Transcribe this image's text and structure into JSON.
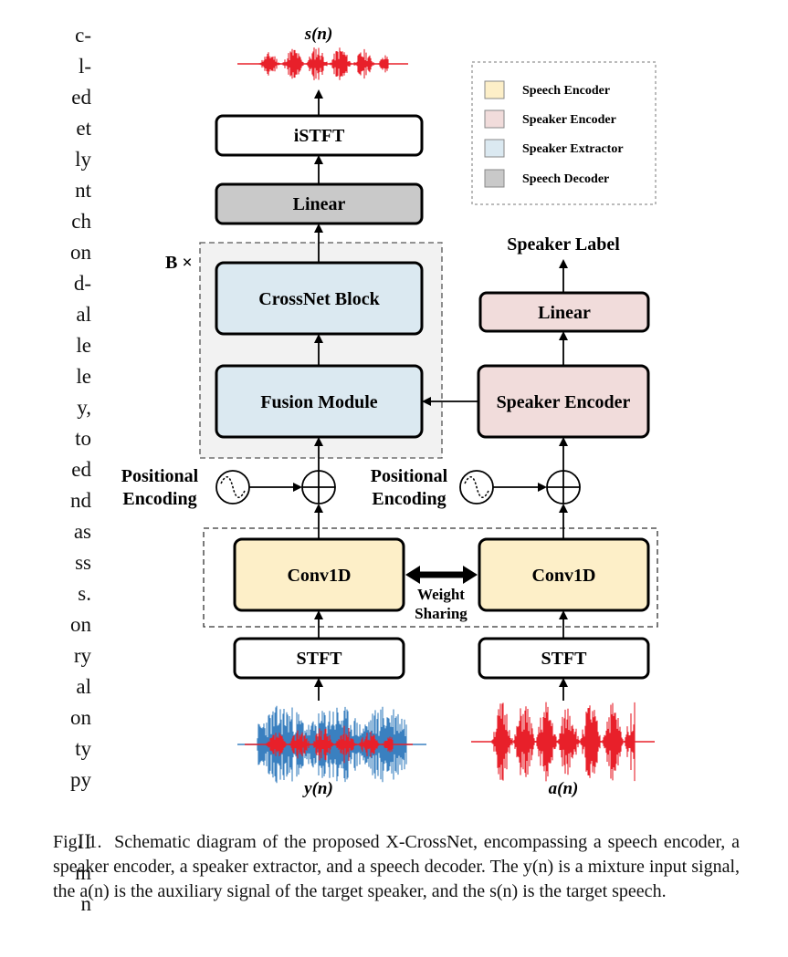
{
  "left_column_fragments": [
    "c-",
    "l-",
    "ed",
    "et",
    "ly",
    "nt",
    "ch",
    "on",
    "d-",
    "al",
    "le",
    "le",
    "y,",
    "to",
    "ed",
    "nd",
    "as",
    "ss",
    "s.",
    "on",
    "ry",
    "al",
    "on",
    "ty",
    "py",
    "",
    "II",
    "m",
    "n"
  ],
  "diagram": {
    "signals": {
      "output": "s(n)",
      "mixture": "y(n)",
      "auxiliary": "a(n)"
    },
    "boxes": {
      "istft": "iSTFT",
      "linear_decoder": "Linear",
      "crossnet_block": "CrossNet Block",
      "fusion_module": "Fusion Module",
      "speaker_encoder": "Speaker Encoder",
      "linear_speaker": "Linear",
      "conv1d_left": "Conv1D",
      "conv1d_right": "Conv1D",
      "stft_left": "STFT",
      "stft_right": "STFT"
    },
    "repeat_label": "B ×",
    "speaker_label": "Speaker Label",
    "positional_encoding": {
      "line1": "Positional",
      "line2": "Encoding"
    },
    "weight_sharing": {
      "line1": "Weight",
      "line2": "Sharing"
    },
    "legend": [
      {
        "label": "Speech Encoder",
        "color": "#fdefc8"
      },
      {
        "label": "Speaker Encoder",
        "color": "#f1dcdb"
      },
      {
        "label": "Speaker Extractor",
        "color": "#dbe9f1"
      },
      {
        "label": "Speech Decoder",
        "color": "#c9c9c9"
      }
    ],
    "colors": {
      "waveform_red": "#e8202a",
      "waveform_blue": "#3a80c0",
      "region_gray": "#f2f2f2"
    }
  },
  "caption": {
    "prefix": "Fig. 1.",
    "text": "Schematic diagram of the proposed X-CrossNet, encompassing a speech encoder, a speaker encoder, a speaker extractor, and a speech decoder. The y(n) is a mixture input signal, the a(n) is the auxiliary signal of the target speaker, and the s(n) is the target speech."
  }
}
